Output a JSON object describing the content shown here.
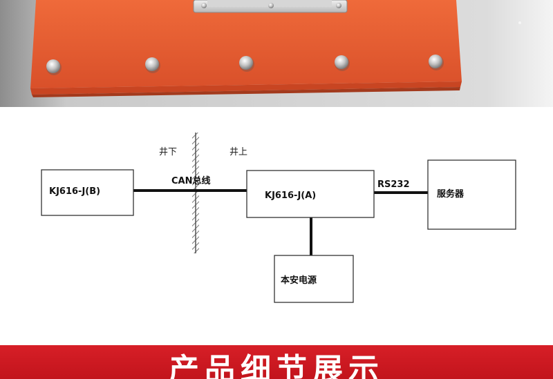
{
  "diagram": {
    "label_underground": "井下",
    "label_aboveground": "井上",
    "node_b": "KJ616-J(B)",
    "node_a": "KJ616-J(A)",
    "server": "服务器",
    "power": "本安电源",
    "bus_label": "CAN总线",
    "link_label": "RS232"
  },
  "banner": {
    "title": "产品细节展示"
  },
  "colors": {
    "enclosure": "#e2562a",
    "banner": "#d71f27"
  }
}
